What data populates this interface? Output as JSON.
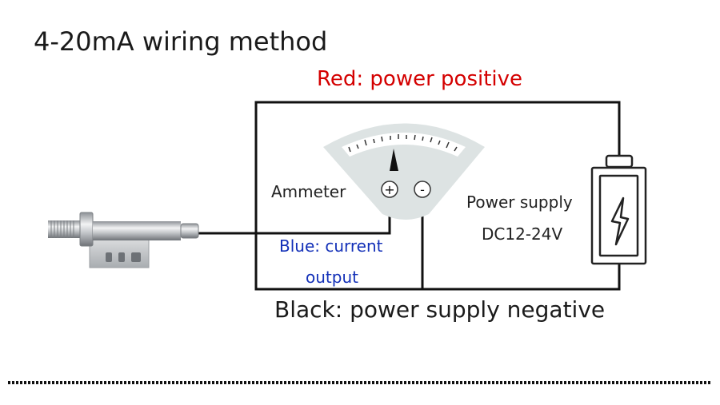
{
  "title": "4-20mA wiring method",
  "labels": {
    "red_wire": "Red: power positive",
    "blue_wire_line1": "Blue: current",
    "blue_wire_line2": "output",
    "black_wire": "Black: power supply negative",
    "ammeter": "Ammeter",
    "power_supply_line1": "Power supply",
    "power_supply_line2": "DC12-24V",
    "plus": "+",
    "minus": "-"
  },
  "colors": {
    "red_label": "#d40000",
    "blue_label": "#1330b8",
    "wire": "#111111",
    "meter_body": "#dde3e3"
  },
  "icons": {
    "battery": "battery-icon",
    "lightning": "lightning-icon",
    "sensor": "sensor-probe-icon"
  }
}
